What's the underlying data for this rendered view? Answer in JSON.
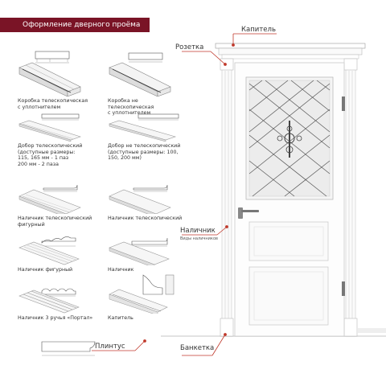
{
  "header": {
    "title": "Оформление дверного проёма"
  },
  "left_column": [
    {
      "id": "box-telescopic",
      "caption": "Коробка телескопическая\nс уплотнителем"
    },
    {
      "id": "extension-telescopic",
      "caption": "Добор телескопический\n(доступные размеры:\n115, 165 мм - 1 паз\n200 мм - 2 паза"
    },
    {
      "id": "casing-telescopic-figured",
      "caption": "Наличник телескопический\nфигурный"
    },
    {
      "id": "casing-figured",
      "caption": "Наличник фигурный"
    },
    {
      "id": "casing-portal",
      "caption": "Наличник 3 ручья «Портал»"
    }
  ],
  "right_column": [
    {
      "id": "box-non-telescopic",
      "caption": "Коробка не телескопическая\nс уплотнителем"
    },
    {
      "id": "extension-non-telescopic",
      "caption": "Добор не телескопический\n(доступные размеры: 100, 150, 200 мм)"
    },
    {
      "id": "casing-telescopic",
      "caption": "Наличник телескопический"
    },
    {
      "id": "casing",
      "caption": "Наличник"
    },
    {
      "id": "capital-part",
      "caption": "Капитель"
    }
  ],
  "door_labels": {
    "capital": "Капитель",
    "rosette": "Розетка",
    "casing": "Наличник",
    "casing_sub": "Виды наличников",
    "plinth": "Плинтус",
    "bench": "Банкетка"
  },
  "colors": {
    "brand": "#7a1426",
    "leader": "#c0392b"
  }
}
